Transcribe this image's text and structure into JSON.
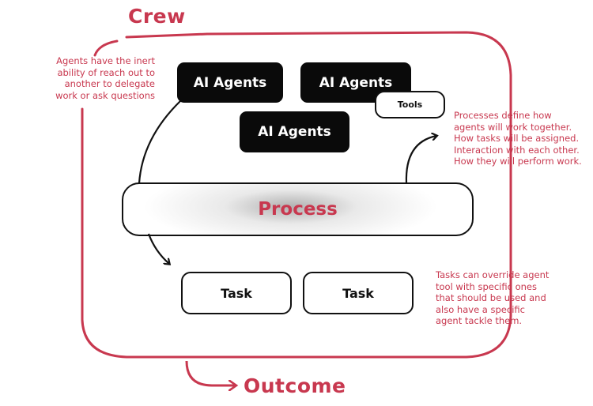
{
  "crew": {
    "title": "Crew"
  },
  "agents": [
    {
      "label": "AI Agents"
    },
    {
      "label": "AI Agents"
    },
    {
      "label": "AI Agents"
    }
  ],
  "tools": {
    "label": "Tools"
  },
  "process": {
    "label": "Process"
  },
  "tasks": [
    {
      "label": "Task"
    },
    {
      "label": "Task"
    }
  ],
  "outcome": {
    "label": "Outcome"
  },
  "notes": {
    "agents": [
      "Agents have the inert",
      "ability of reach out to",
      "another to delegate",
      "work or ask questions"
    ],
    "process": [
      "Processes define how",
      "agents will work together.",
      "How tasks will be assigned.",
      "Interaction with each other.",
      "How they will perform work."
    ],
    "tasks": [
      "Tasks can override agent",
      "tool with specific ones",
      "that should be used and",
      "also have a specific",
      "agent tackle them."
    ]
  },
  "colors": {
    "accent": "#c8384f",
    "ink": "#111111",
    "agent_fill": "#0a0a0a"
  }
}
